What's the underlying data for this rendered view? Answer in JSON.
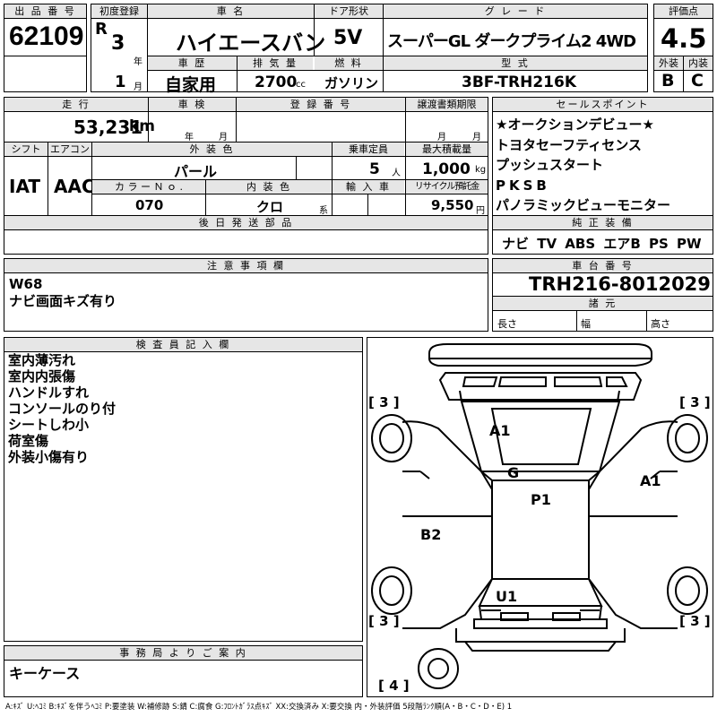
{
  "labels": {
    "lot_no": "出 品 番 号",
    "first_reg": "初度登録",
    "car_name": "車 名",
    "door": "ドア形状",
    "grade": "グ レ ー ド",
    "score": "評価点",
    "history": "車 歴",
    "displacement": "排 気 量",
    "fuel": "燃 料",
    "model_code": "型 式",
    "exterior": "外装",
    "interior": "内装",
    "mileage": "走 行",
    "inspection": "車 検",
    "reg_no": "登 録 番 号",
    "transfer_deadline": "譲渡書類期限",
    "sales_points": "セールスポイント",
    "shift": "シフト",
    "aircon": "エアコン",
    "ext_color": "外 装 色",
    "capacity": "乗車定員",
    "max_load": "最大積載量",
    "color_no": "カ ラ ー Ｎ ｏ .",
    "int_color": "内 装 色",
    "import": "輸 入 車",
    "recycle": "リサイクル預託金",
    "later_parts": "後 日 発 送 部 品",
    "oem_equipment": "純 正 装 備",
    "notes": "注 意 事 項 欄",
    "chassis_no": "車 台 番 号",
    "specs": "諸 元",
    "length": "長さ",
    "width": "幅",
    "height": "高さ",
    "inspector": "検 査 員 記 入 欄",
    "office": "事 務 局 よ り ご 案 内"
  },
  "units": {
    "year_era": "R",
    "nen": "年",
    "gatsu": "月",
    "cc": "cc",
    "km": "km",
    "person": "人",
    "kg": "kg",
    "yen": "円",
    "kei": "系"
  },
  "vehicle": {
    "lot_no": "62109",
    "reg_year": "3",
    "reg_month": "1",
    "name": "ハイエースバン",
    "door": "5V",
    "grade": "スーパーGL ダークプライム2 4WD",
    "score": "4.5",
    "history": "自家用",
    "displacement": "2700",
    "fuel": "ガソリン",
    "model_code": "3BF-TRH216K",
    "ext_grade": "B",
    "int_grade": "C",
    "mileage": "53,231",
    "ext_color": "パール",
    "capacity": "5",
    "max_load": "1,000",
    "shift": "IAT",
    "aircon": "AAC",
    "color_no": "070",
    "int_color": "クロ",
    "recycle_fee": "9,550",
    "chassis_no": "TRH216-8012029"
  },
  "sales_points": [
    "★オークションデビュー★",
    "トヨタセーフティセンス",
    "プッシュスタート",
    "PKSB",
    "パノラミックビューモニター"
  ],
  "equipment": "ナビ TV ABS エアB PS PW",
  "notes": [
    "W68",
    "ナビ画面キズ有り"
  ],
  "inspector_notes": [
    "室内薄汚れ",
    "室内内張傷",
    "ハンドルすれ",
    "コンソールのり付",
    "シートしわ小",
    "荷室傷",
    "外装小傷有り"
  ],
  "office_note": "キーケース",
  "diagram": {
    "marks": [
      "A1",
      "G",
      "A1",
      "P1",
      "B2",
      "U1"
    ],
    "tires": [
      "[ 3 ]",
      "[ 3 ]",
      "[ 3 ]",
      "[ 3 ]",
      "[ 4 ]"
    ]
  },
  "legend": "A:ｷｽﾞ U:ﾍｺﾐ B:ｷｽﾞを伴うﾍｺﾐ P:要塗装 W:補修跡 S:錆 C:腐食 G:ﾌﾛﾝﾄｶﾞﾗｽ点ｷｽﾞ XX:交換済み X:要交換 内・外装評価 5段階ﾗﾝｸ順(A・B・C・D・E) 1"
}
